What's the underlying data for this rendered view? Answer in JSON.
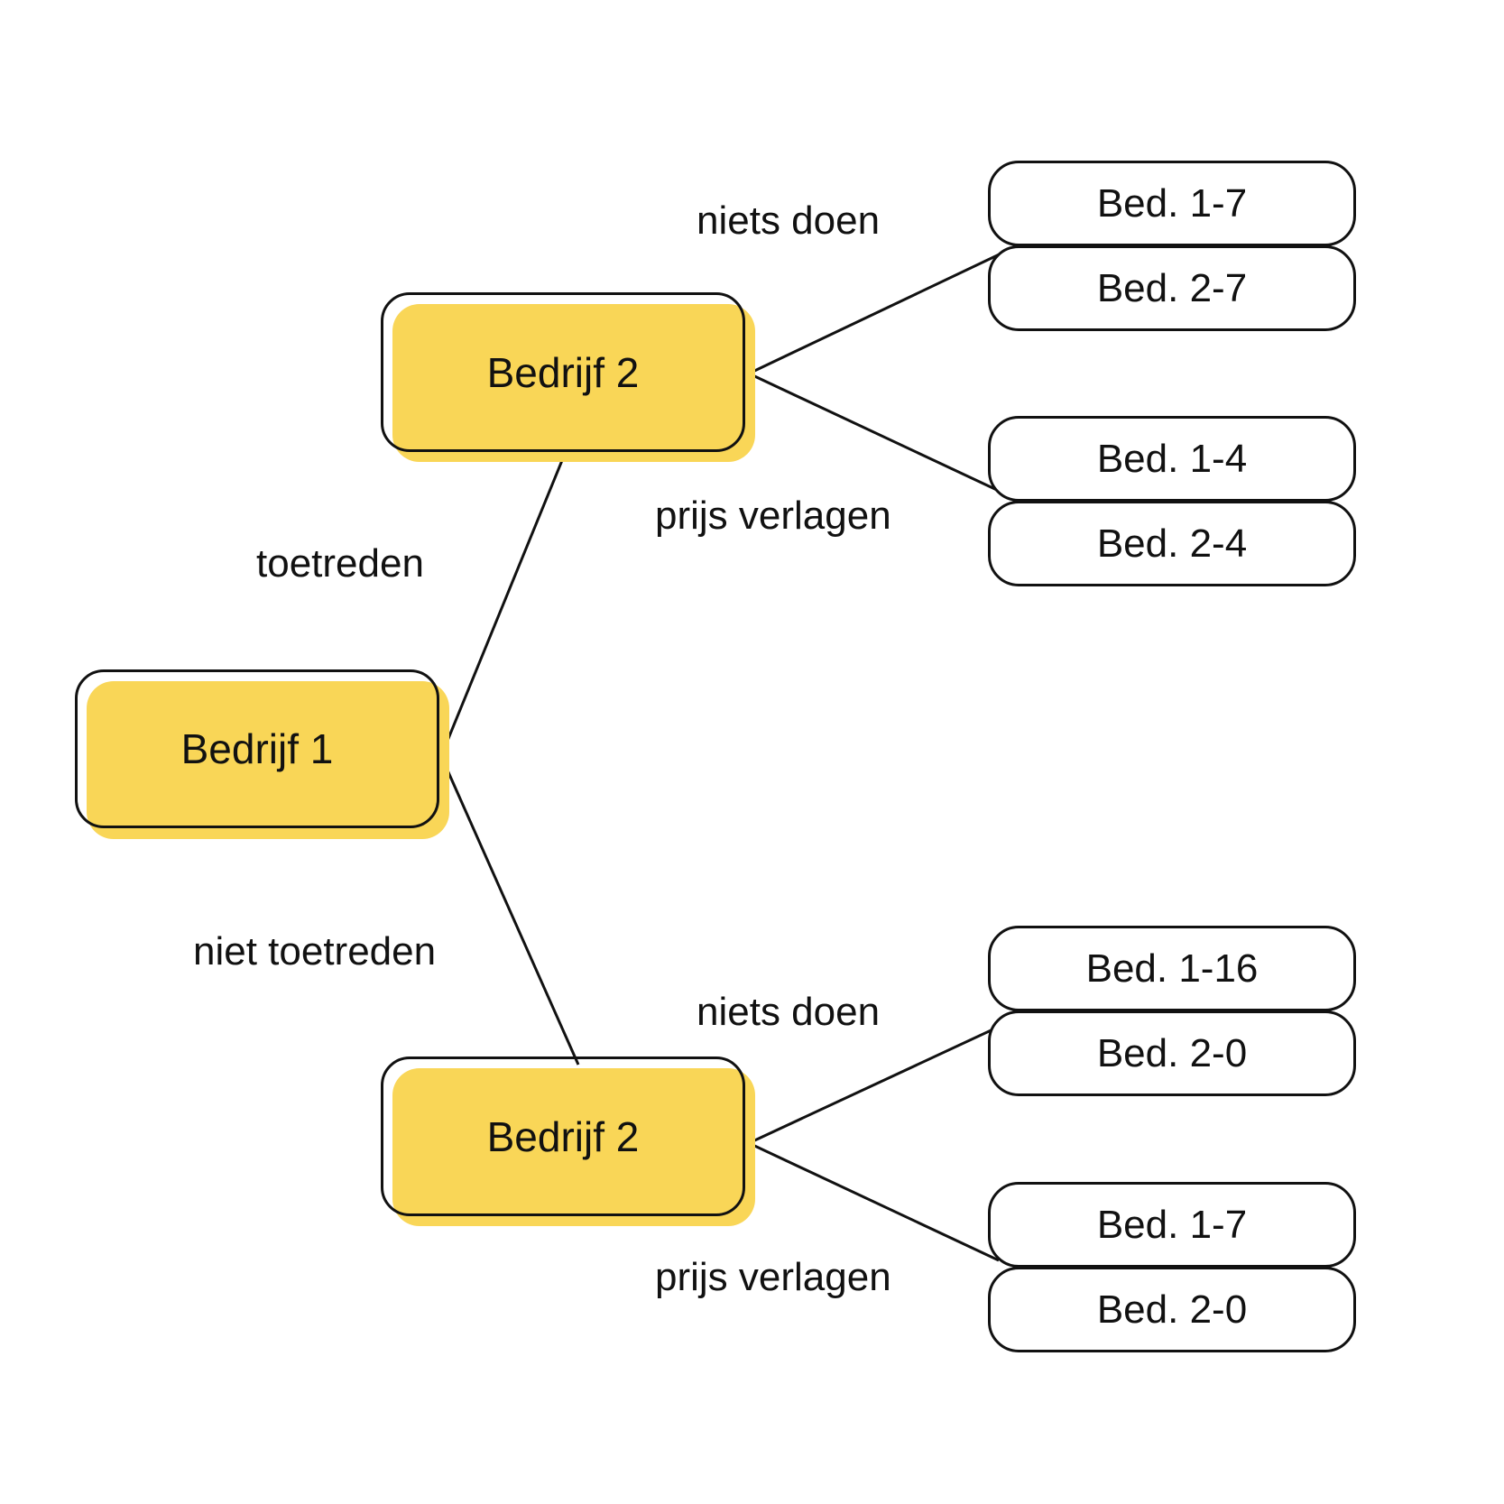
{
  "diagram": {
    "root": {
      "label": "Bedrijf 1"
    },
    "branches": [
      {
        "label": "toetreden",
        "node": {
          "label": "Bedrijf 2"
        },
        "options": [
          {
            "label": "niets doen",
            "payoffs": [
              "Bed. 1-7",
              "Bed. 2-7"
            ]
          },
          {
            "label": "prijs verlagen",
            "payoffs": [
              "Bed. 1-4",
              "Bed. 2-4"
            ]
          }
        ]
      },
      {
        "label": "niet toetreden",
        "node": {
          "label": "Bedrijf 2"
        },
        "options": [
          {
            "label": "niets doen",
            "payoffs": [
              "Bed. 1-16",
              "Bed. 2-0"
            ]
          },
          {
            "label": "prijs verlagen",
            "payoffs": [
              "Bed. 1-7",
              "Bed. 2-0"
            ]
          }
        ]
      }
    ],
    "colors": {
      "node_fill": "#f9d657",
      "stroke": "#111111",
      "payoff_fill": "#ffffff"
    }
  }
}
